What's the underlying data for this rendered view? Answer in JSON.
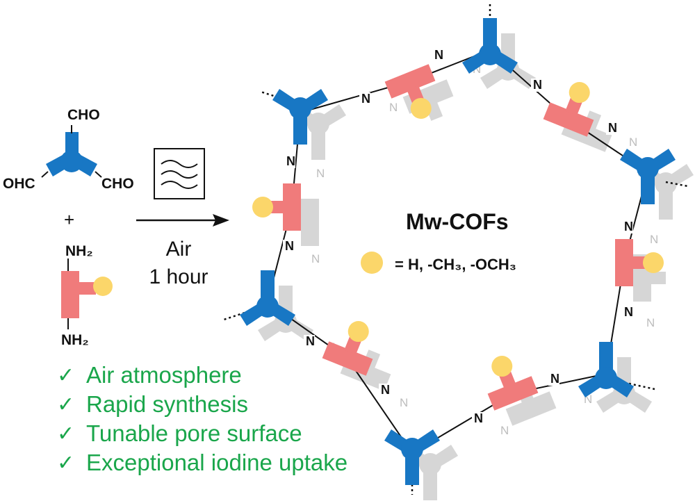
{
  "colors": {
    "aldehyde_node": "#1877c4",
    "amine_linker": "#f07b7b",
    "substituent": "#fbd66a",
    "back_layer": "#d6d6d6",
    "feature_text": "#1aa64b"
  },
  "reactants": {
    "aldehyde": {
      "cho_top": "CHO",
      "cho_left": "OHC",
      "cho_right": "CHO"
    },
    "plus": "+",
    "amine": {
      "nh2_top": "NH₂",
      "nh2_bottom": "NH₂"
    }
  },
  "conditions": {
    "icon": "microwave-icon",
    "line1": "Air",
    "line2": "1 hour"
  },
  "framework": {
    "title": "Mw-COFs",
    "legend_text": "= H, -CH₃, -OCH₃",
    "imine_label": "N"
  },
  "features": {
    "check_glyph": "✓",
    "items": [
      "Air atmosphere",
      "Rapid synthesis",
      "Tunable pore surface",
      "Exceptional iodine uptake"
    ]
  }
}
